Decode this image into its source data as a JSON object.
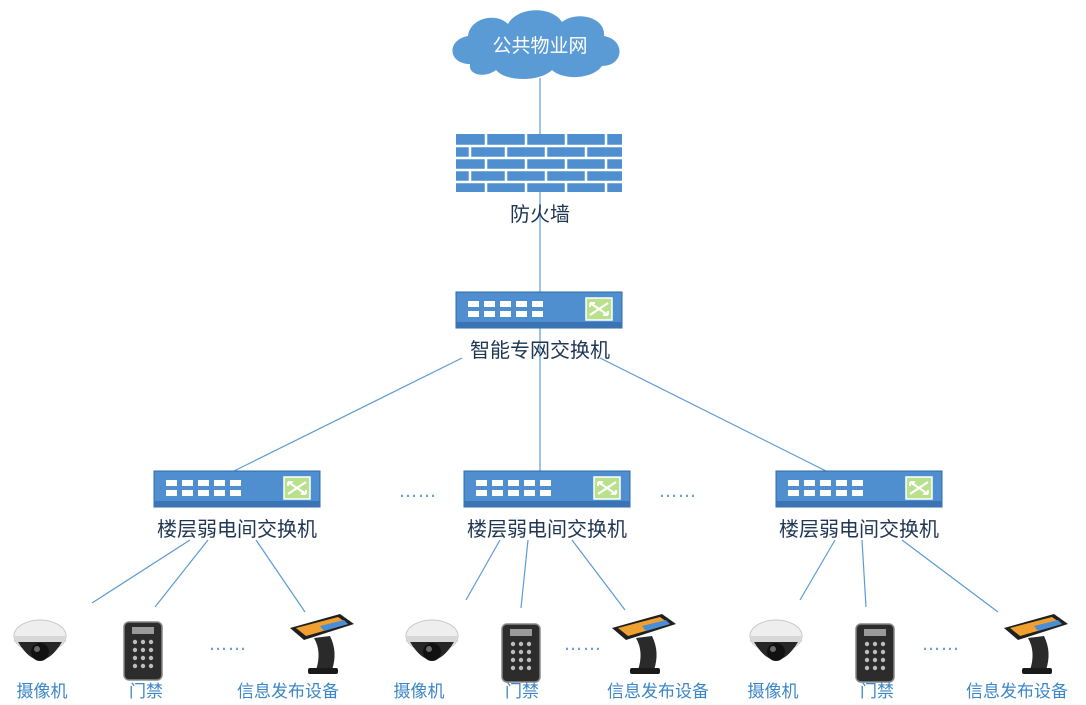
{
  "cloud": {
    "label": "公共物业网"
  },
  "firewall": {
    "label": "防火墙"
  },
  "core_switch": {
    "label": "智能专网交换机"
  },
  "floor_switches": [
    {
      "label": "楼层弱电间交换机"
    },
    {
      "label": "楼层弱电间交换机"
    },
    {
      "label": "楼层弱电间交换机"
    }
  ],
  "ellipsis": "……",
  "device_groups": [
    {
      "camera": "摄像机",
      "access": "门禁",
      "display": "信息发布设备"
    },
    {
      "camera": "摄像机",
      "access": "门禁",
      "display": "信息发布设备"
    },
    {
      "camera": "摄像机",
      "access": "门禁",
      "display": "信息发布设备"
    }
  ],
  "colors": {
    "cloud": "#5b9bd5",
    "device_blue": "#4f8fd0",
    "label_dark": "#1f3553",
    "label_blue": "#3b86c8",
    "line": "#5b9bd5"
  }
}
